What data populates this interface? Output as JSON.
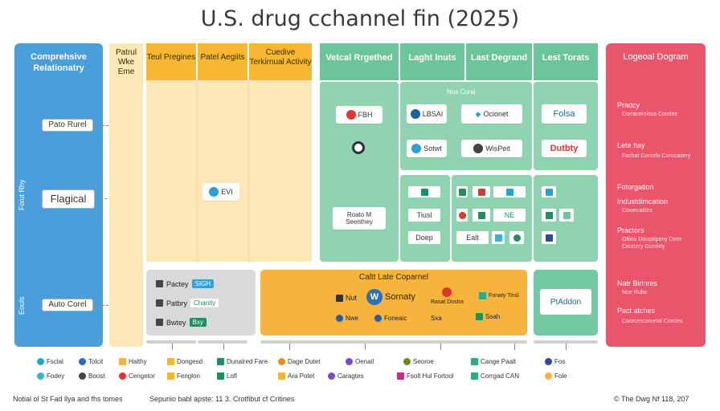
{
  "title": "U.S. drug cchannel fin (2025)",
  "left_panel": {
    "header": "Comprehsive Relationatry",
    "pill1": "Pato Rurel",
    "pill2": "Flagical",
    "pill3": "Auto Corel",
    "vlabel1": "Foiut Rhy",
    "vlabel2": "Eouls"
  },
  "columns": [
    {
      "label": "Patrul Wke Eme"
    },
    {
      "label": "Teul Pregines"
    },
    {
      "label": "Patel Aegiits"
    },
    {
      "label": "Cuedive Terkirnual Activity"
    }
  ],
  "cream_card": "EVI",
  "green_headers": [
    {
      "label": "Vetcal Rrgethed"
    },
    {
      "label": "Laght Inuts"
    },
    {
      "label": "Last Degrand"
    },
    {
      "label": "Lest Torats"
    }
  ],
  "green_top_label": "Nus Coral",
  "green_cards": {
    "a": "FBH",
    "b": "LBSAI",
    "c": "Ocionet",
    "d": "Folsa",
    "e": "Sotwt",
    "f": "WisPeit",
    "g": "Dutbty",
    "h": "Roato M Seenthey",
    "i": "Tiusl",
    "j": "Doep",
    "k": "Ealt",
    "l": "NE"
  },
  "red_panel": {
    "header": "Logeoal Dogram",
    "items": [
      {
        "label": "Pradcy",
        "sub": "Corraceiolous Corcles"
      },
      {
        "label": "Lete Itay",
        "sub": "Fachat Corcelo Corocaitery"
      },
      {
        "label": "Fotorgation",
        "sub": ""
      },
      {
        "label": "Industdimcation",
        "sub": "Cowecaitles"
      },
      {
        "label": "Practors",
        "sub": "Ottiso Disoptipeny Detrr Ceuttery Ecmiirty"
      },
      {
        "label": "Natr Birinres",
        "sub": "Noe Rubs"
      },
      {
        "label": "Pact atches",
        "sub": "Coorcerconretal Corcles"
      }
    ]
  },
  "grey_panel": {
    "rows": [
      {
        "label": "Pactey",
        "tag": "SIGH"
      },
      {
        "label": "Patbry",
        "tag": "Chantly"
      },
      {
        "label": "Bwtey",
        "tag": "Bxy"
      }
    ]
  },
  "orange_panel": {
    "header": "Caltt Late Coparnel",
    "items": [
      {
        "label": "Nut"
      },
      {
        "label": "Sornaty"
      },
      {
        "label": "Rasat Dostra"
      },
      {
        "label": "Fonaty Tinsl"
      },
      {
        "label": "Nwe"
      },
      {
        "label": "Foneaic"
      },
      {
        "label": "Sxa"
      },
      {
        "label": "Ssah"
      }
    ]
  },
  "teal_panel": {
    "card": "PtAddon"
  },
  "legend": [
    {
      "label": "Fsclal",
      "color": "#2aa0d8"
    },
    {
      "label": "Tolcit",
      "color": "#3366cc"
    },
    {
      "label": "Halthy",
      "color": "#f2b43a"
    },
    {
      "label": "Dongesd",
      "color": "#f2b43a"
    },
    {
      "label": "Dunalred Fare",
      "color": "#1f8f5f"
    },
    {
      "label": "Dage Dutet",
      "color": "#f08a24"
    },
    {
      "label": "Oenail",
      "color": "#7a4bc7"
    },
    {
      "label": "Seoroe",
      "color": "#6b8a1f"
    },
    {
      "label": "Cange Paalt",
      "color": "#2eaa8a"
    },
    {
      "label": "Fos",
      "color": "#2a4c9c"
    },
    {
      "label": "Fodey",
      "color": "#38b6c9"
    },
    {
      "label": "Boost",
      "color": "#444444"
    },
    {
      "label": "Cengetor",
      "color": "#e3342f"
    },
    {
      "label": "Fenglon",
      "color": "#f2b43a"
    },
    {
      "label": "Lofl",
      "color": "#1f8f5f"
    },
    {
      "label": "Ara Potet",
      "color": "#f2b43a"
    },
    {
      "label": "Caragtes",
      "color": "#7a4bc7"
    },
    {
      "label": "Fsolt Hul Fortool",
      "color": "#c0308a"
    },
    {
      "label": "Corrgad CAN",
      "color": "#2eaa8a"
    },
    {
      "label": "Fole",
      "color": "#f2b43a"
    }
  ],
  "footer": {
    "left": "Notial ol St Fad llya and fhs tomes",
    "center": "Sepuriio babl apste: 11 3. Crotfibut cf Critines",
    "right": "© The Dwg Nf 118, 207"
  }
}
